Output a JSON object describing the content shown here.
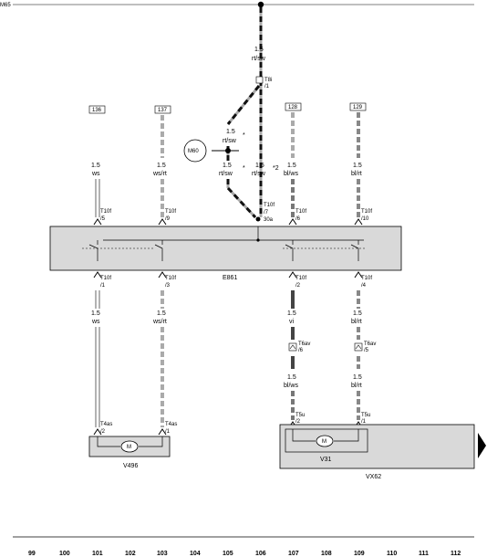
{
  "header_label": "M65",
  "top_wire": {
    "size": "1.5",
    "color": "rt/sw"
  },
  "t8i": {
    "conn": "T8i",
    "pin": "/1"
  },
  "ground": {
    "label": "M60"
  },
  "refs": [
    "136",
    "137",
    "128",
    "129"
  ],
  "wires_upper": [
    {
      "size": "1.5",
      "color": "ws"
    },
    {
      "size": "1.5",
      "color": "ws/rt"
    },
    {
      "size": "1.5",
      "color": "rt/sw"
    },
    {
      "size": "1.5",
      "color": "rt/sw"
    },
    {
      "size": "1.5",
      "color": "bl/ws"
    },
    {
      "size": "1.5",
      "color": "bl/rt"
    }
  ],
  "side_wire": {
    "size": "1.5",
    "color": "rt/sw",
    "mark": "*"
  },
  "note_star": "*",
  "note_2": "*2",
  "pins_upper": [
    {
      "conn": "T10f",
      "pin": "/5"
    },
    {
      "conn": "T10f",
      "pin": "/9"
    },
    {
      "conn": "T10f",
      "pin": "/7"
    },
    {
      "conn": "T10f",
      "pin": "/6"
    },
    {
      "conn": "T10f",
      "pin": "/10"
    }
  ],
  "pin_30a": "30a",
  "switch_label": "E861",
  "pins_lower": [
    {
      "conn": "T10f",
      "pin": "/1"
    },
    {
      "conn": "T10f",
      "pin": "/3"
    },
    {
      "conn": "T10f",
      "pin": "/2"
    },
    {
      "conn": "T10f",
      "pin": "/4"
    }
  ],
  "wires_lower": [
    {
      "size": "1.5",
      "color": "ws"
    },
    {
      "size": "1.5",
      "color": "ws/rt"
    },
    {
      "size": "1.5",
      "color": "vi"
    },
    {
      "size": "1.5",
      "color": "bl/rt"
    }
  ],
  "t6av": [
    {
      "conn": "T6av",
      "pin": "/6"
    },
    {
      "conn": "T6av",
      "pin": "/5"
    }
  ],
  "wires_mid": [
    {
      "size": "1.5",
      "color": "bl/ws"
    },
    {
      "size": "1.5",
      "color": "bl/rt"
    }
  ],
  "t4as": [
    {
      "conn": "T4as",
      "pin": "/2"
    },
    {
      "conn": "T4as",
      "pin": "/1"
    }
  ],
  "t5u": [
    {
      "conn": "T5u",
      "pin": "/2"
    },
    {
      "conn": "T5u",
      "pin": "/1"
    }
  ],
  "motor_symbol": "M",
  "motor_left": "V496",
  "motor_right": "V31",
  "unit_right": "VX62",
  "footer_numbers": [
    "99",
    "100",
    "101",
    "102",
    "103",
    "104",
    "105",
    "106",
    "107",
    "108",
    "109",
    "110",
    "111",
    "112"
  ],
  "colors": {
    "component_fill": "#d9d9d9",
    "wire_light": "#aaaaaa",
    "wire_dark": "#222222"
  }
}
